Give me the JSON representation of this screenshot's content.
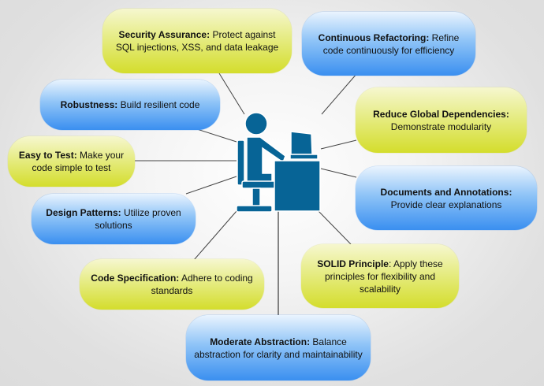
{
  "diagram": {
    "center": {
      "icon": "person-at-computer-icon",
      "color": "#076496"
    },
    "nodes": [
      {
        "id": "security-assurance",
        "title": "Security Assurance:",
        "text": " Protect against SQL injections, XSS, and data leakage",
        "style": "yellow"
      },
      {
        "id": "continuous-refactoring",
        "title": "Continuous Refactoring:",
        "text": " Refine code continuously for efficiency",
        "style": "blue"
      },
      {
        "id": "robustness",
        "title": "Robustness:",
        "text": " Build resilient code",
        "style": "blue"
      },
      {
        "id": "reduce-global-dependencies",
        "title": "Reduce Global Dependencies:",
        "text": " Demonstrate modularity",
        "style": "yellow"
      },
      {
        "id": "easy-to-test",
        "title": "Easy to Test:",
        "text": " Make your code simple to test",
        "style": "yellow"
      },
      {
        "id": "documents-and-annotations",
        "title": "Documents and Annotations:",
        "text": " Provide clear explanations",
        "style": "blue"
      },
      {
        "id": "design-patterns",
        "title": "Design Patterns:",
        "text": " Utilize proven solutions",
        "style": "blue"
      },
      {
        "id": "solid-principle",
        "title": "SOLID Principle",
        "text": ": Apply these principles for flexibility and scalability",
        "style": "yellow"
      },
      {
        "id": "code-specification",
        "title": "Code Specification:",
        "text": " Adhere to coding standards",
        "style": "yellow"
      },
      {
        "id": "moderate-abstraction",
        "title": "Moderate Abstraction:",
        "text": " Balance abstraction for clarity and maintainability",
        "style": "blue"
      }
    ]
  }
}
